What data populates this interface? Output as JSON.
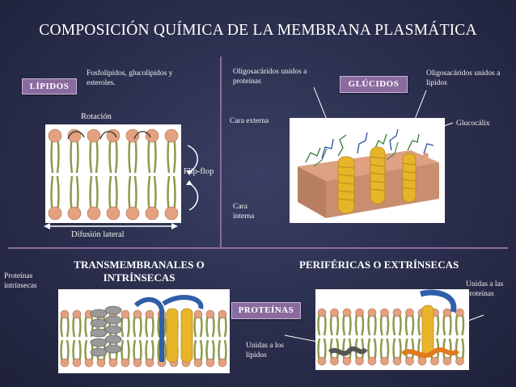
{
  "title": "COMPOSICIÓN QUÍMICA DE LA MEMBRANA PLASMÁTICA",
  "lipids": {
    "label": "LÍPIDOS",
    "description": "Fosfolípidos, glucolípidos y esteroles.",
    "rotation": "Rotación",
    "flipflop": "Flip-flop",
    "lateral": "Difusión lateral"
  },
  "glucids": {
    "label": "GLÚCIDOS",
    "oligo_protein": "Oligosacáridos unidos a proteínas",
    "oligo_lipid": "Oligosacáridos unidos a lípidos",
    "external": "Cara externa",
    "internal": "Cara interna",
    "glycocalyx": "Glucocálix"
  },
  "proteins": {
    "label": "PROTEÍNAS",
    "transmembrane_heading": "TRANSMEMBRANALES O INTRÍNSECAS",
    "peripheral_heading": "PERIFÉRICAS O EXTRÍNSECAS",
    "intrinsic_note": "Proteínas intrínsecas",
    "lipid_bound": "Unidas a los lípidos",
    "protein_bound": "Unidas a las proteínas"
  },
  "colors": {
    "label_bg": "#8a6b9f",
    "head_color": "#e3a17f",
    "tail_color": "#8e9a4e",
    "protein_gray": "#9a9a9a",
    "protein_blue": "#2f5fa8",
    "protein_yellow": "#e8b52a",
    "protein_orange": "#e07a1c"
  }
}
